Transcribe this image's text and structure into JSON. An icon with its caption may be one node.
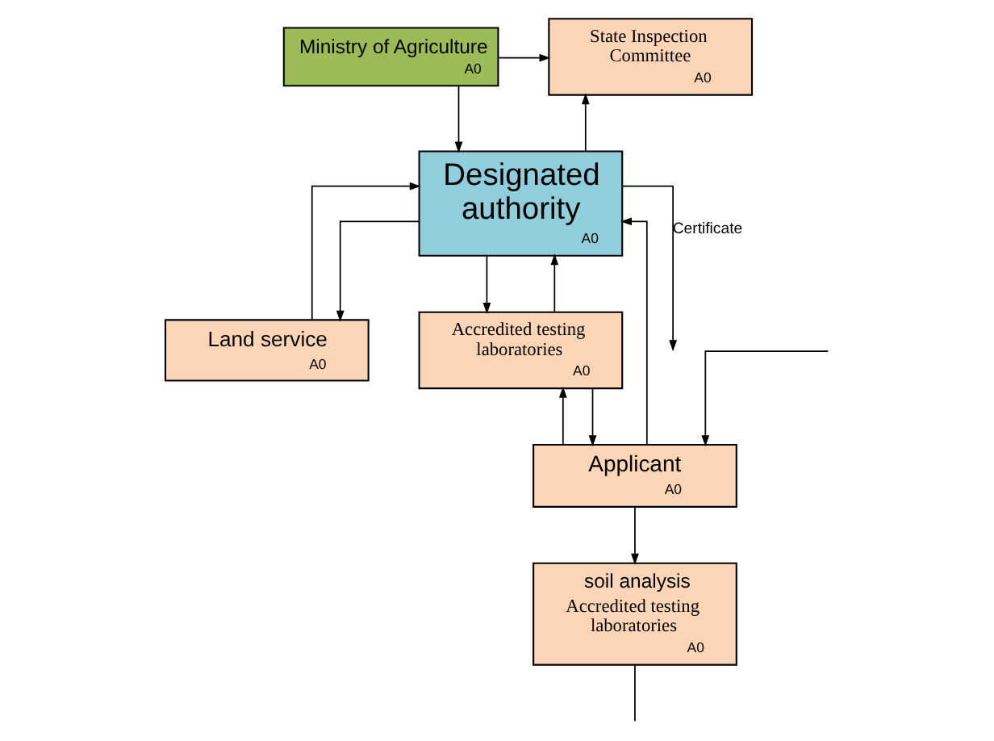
{
  "diagram": {
    "nodes": [
      {
        "text": [
          "Ministry of Agriculture",
          "A0"
        ]
      },
      {
        "text": [
          "Land service",
          "A0"
        ]
      },
      {
        "text": [
          "State Inspection Committee",
          "A0"
        ]
      },
      {
        "text": [
          "Designated authority",
          "A0"
        ]
      },
      {
        "text": [
          "Applicant",
          "A0"
        ]
      },
      {
        "text": [
          "Accredited testing laboratories",
          "A0"
        ]
      },
      {
        "text": [
          "soil analysis",
          "Accredited testing laboratories",
          "A0"
        ]
      }
    ],
    "edges": [
      {
        "from": 0,
        "to": 3,
        "arrow": "to"
      },
      {
        "from": 0,
        "to": 2,
        "arrow": "to"
      },
      {
        "from": 1,
        "to": 3,
        "arrow": "to"
      },
      {
        "from": 3,
        "to": 1,
        "arrow": "to"
      },
      {
        "from": 3,
        "to": 2,
        "arrow": "to"
      },
      {
        "from": 3,
        "to": null,
        "arrow": "to",
        "label": "Certificate"
      },
      {
        "from": 4,
        "to": 3,
        "arrow": "to"
      },
      {
        "from": 5,
        "to": 3,
        "arrow": "to"
      },
      {
        "from": 5,
        "to": 4,
        "arrow": "to"
      },
      {
        "from": 3,
        "to": 5,
        "arrow": "to"
      },
      {
        "from": 4,
        "to": 5,
        "arrow": "to"
      },
      {
        "from": 4,
        "to": 6,
        "arrow": "to"
      },
      {
        "from": 6,
        "to": null,
        "arrow": "none"
      },
      {
        "from": null,
        "to": 4,
        "arrow": "to"
      }
    ]
  }
}
